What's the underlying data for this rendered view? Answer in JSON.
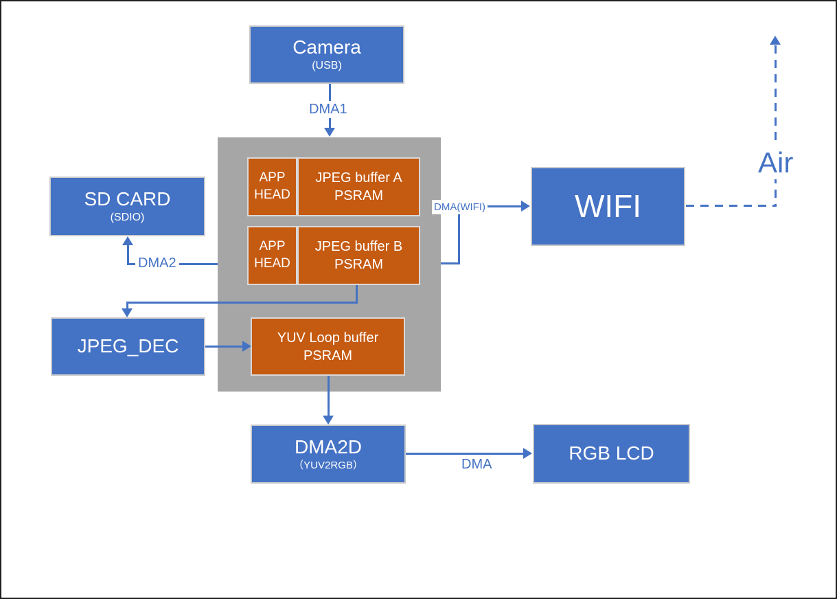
{
  "diagram": {
    "nodes": {
      "camera": {
        "title": "Camera",
        "subtitle": "(USB)"
      },
      "sd_card": {
        "title": "SD CARD",
        "subtitle": "(SDIO)"
      },
      "jpeg_dec": {
        "title": "JPEG_DEC"
      },
      "wifi": {
        "title": "WIFI"
      },
      "dma2d": {
        "title": "DMA2D",
        "subtitle": "（YUV2RGB）"
      },
      "rgb_lcd": {
        "title": "RGB LCD"
      }
    },
    "psram_pool": {
      "buffer_a": {
        "head": "APP HEAD",
        "name": "JPEG buffer A",
        "memory": "PSRAM"
      },
      "buffer_b": {
        "head": "APP HEAD",
        "name": "JPEG buffer B",
        "memory": "PSRAM"
      },
      "yuv_buffer": {
        "name": "YUV Loop buffer",
        "memory": "PSRAM"
      }
    },
    "edge_labels": {
      "camera_to_buffers": "DMA1",
      "buffers_to_sd_card": "DMA2",
      "buffers_to_wifi": "DMA(WIFI)",
      "dma2d_to_lcd": "DMA",
      "wifi_to_air": "Air"
    },
    "colors": {
      "node_blue": "#4472C4",
      "buffer_orange": "#C55A11",
      "container_gray": "#A6A6A6",
      "connector_blue": "#4472C4",
      "node_text": "#FFFFFF"
    }
  }
}
